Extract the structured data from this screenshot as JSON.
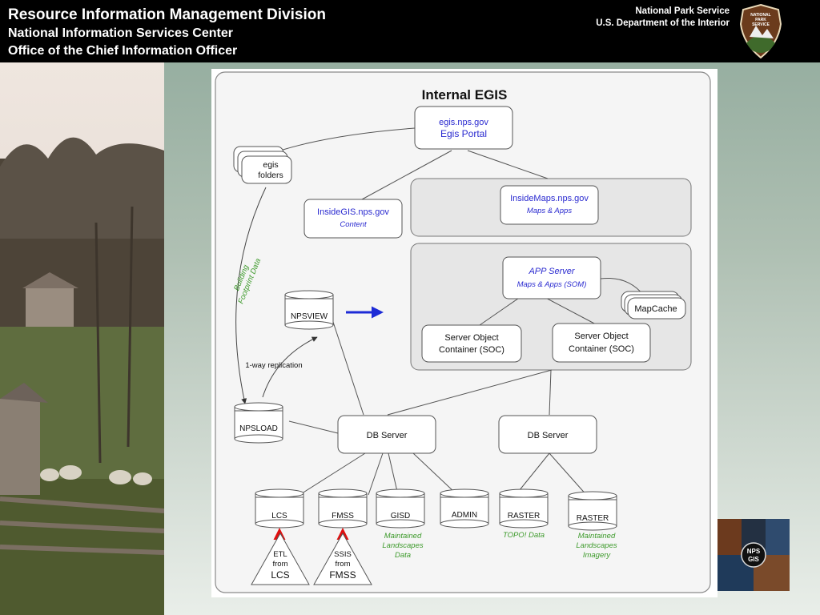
{
  "header": {
    "line1": "Resource Information Management Division",
    "line2": "National Information Services Center",
    "line3": "Office of the Chief Information Officer",
    "agency1": "National Park Service",
    "agency2": "U.S. Department of the Interior",
    "badge_line1": "NATIONAL",
    "badge_line2": "PARK",
    "badge_line3": "SERVICE"
  },
  "diagram": {
    "title": "Internal EGIS",
    "portal": {
      "url": "egis.nps.gov",
      "label": "Egis Portal"
    },
    "egis_folders": {
      "line1": "egis",
      "line2": "folders"
    },
    "insidegis": {
      "url": "InsideGIS.nps.gov",
      "sub": "Content"
    },
    "insidemaps": {
      "url": "InsideMaps.nps.gov",
      "sub": "Maps & Apps"
    },
    "app_server": {
      "label": "APP Server",
      "sub": "Maps & Apps (SOM)"
    },
    "mapcache": "MapCache",
    "soc1": {
      "line1": "Server Object",
      "line2": "Container (SOC)"
    },
    "soc2": {
      "line1": "Server Object",
      "line2": "Container (SOC)"
    },
    "npsview": "NPSVIEW",
    "npsload": "NPSLOAD",
    "replication": "1-way replication",
    "building_line1": "Building",
    "building_line2": "Footprint Data",
    "db_server_1": "DB Server",
    "db_server_2": "DB Server",
    "lcs": "LCS",
    "fmss": "FMSS",
    "gisd": "GISD",
    "admin": "ADMIN",
    "raster1": "RASTER",
    "raster2": "RASTER",
    "etl": {
      "line1": "ETL",
      "line2": "from",
      "line3": "LCS"
    },
    "ssis": {
      "line1": "SSIS",
      "line2": "from",
      "line3": "FMSS"
    },
    "maintained_data": {
      "line1": "Maintained",
      "line2": "Landscapes",
      "line3": "Data"
    },
    "topo": "TOPO! Data",
    "maintained_imagery": {
      "line1": "Maintained",
      "line2": "Landscapes",
      "line3": "Imagery"
    }
  },
  "thumb": {
    "line1": "NPS",
    "line2": "GIS"
  },
  "colors": {
    "link_blue": "#2a2ad0",
    "italic_green": "#3d9a2b",
    "panel_gray": "#e6e6e6",
    "arrow_blue": "#1d2bd6",
    "arrow_red": "#e01010"
  }
}
